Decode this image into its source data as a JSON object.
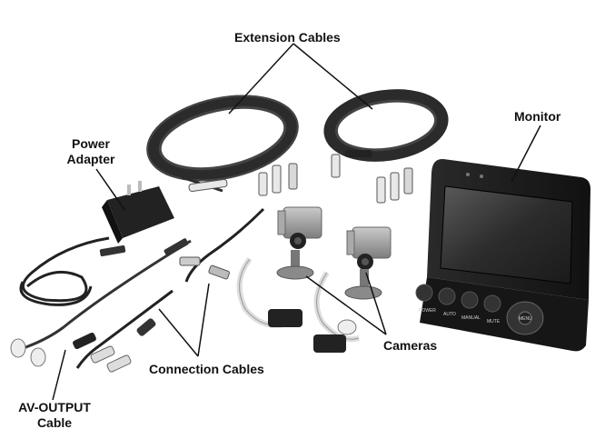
{
  "labels": {
    "extension_cables": "Extension Cables",
    "power_adapter_line1": "Power",
    "power_adapter_line2": "Adapter",
    "monitor": "Monitor",
    "cameras": "Cameras",
    "connection_cables": "Connection Cables",
    "av_output_line1": "AV-OUTPUT",
    "av_output_line2": "Cable"
  },
  "monitor_buttons": [
    "POWER",
    "AUTO",
    "MANUAL",
    "MUTE",
    "MENU"
  ],
  "colors": {
    "background": "#ffffff",
    "cable": "#2b2b2b",
    "device_body": "#1e1e1e",
    "screen": "#3a3a3a",
    "camera_body": "#9a9a9a",
    "label_text": "#111111"
  }
}
